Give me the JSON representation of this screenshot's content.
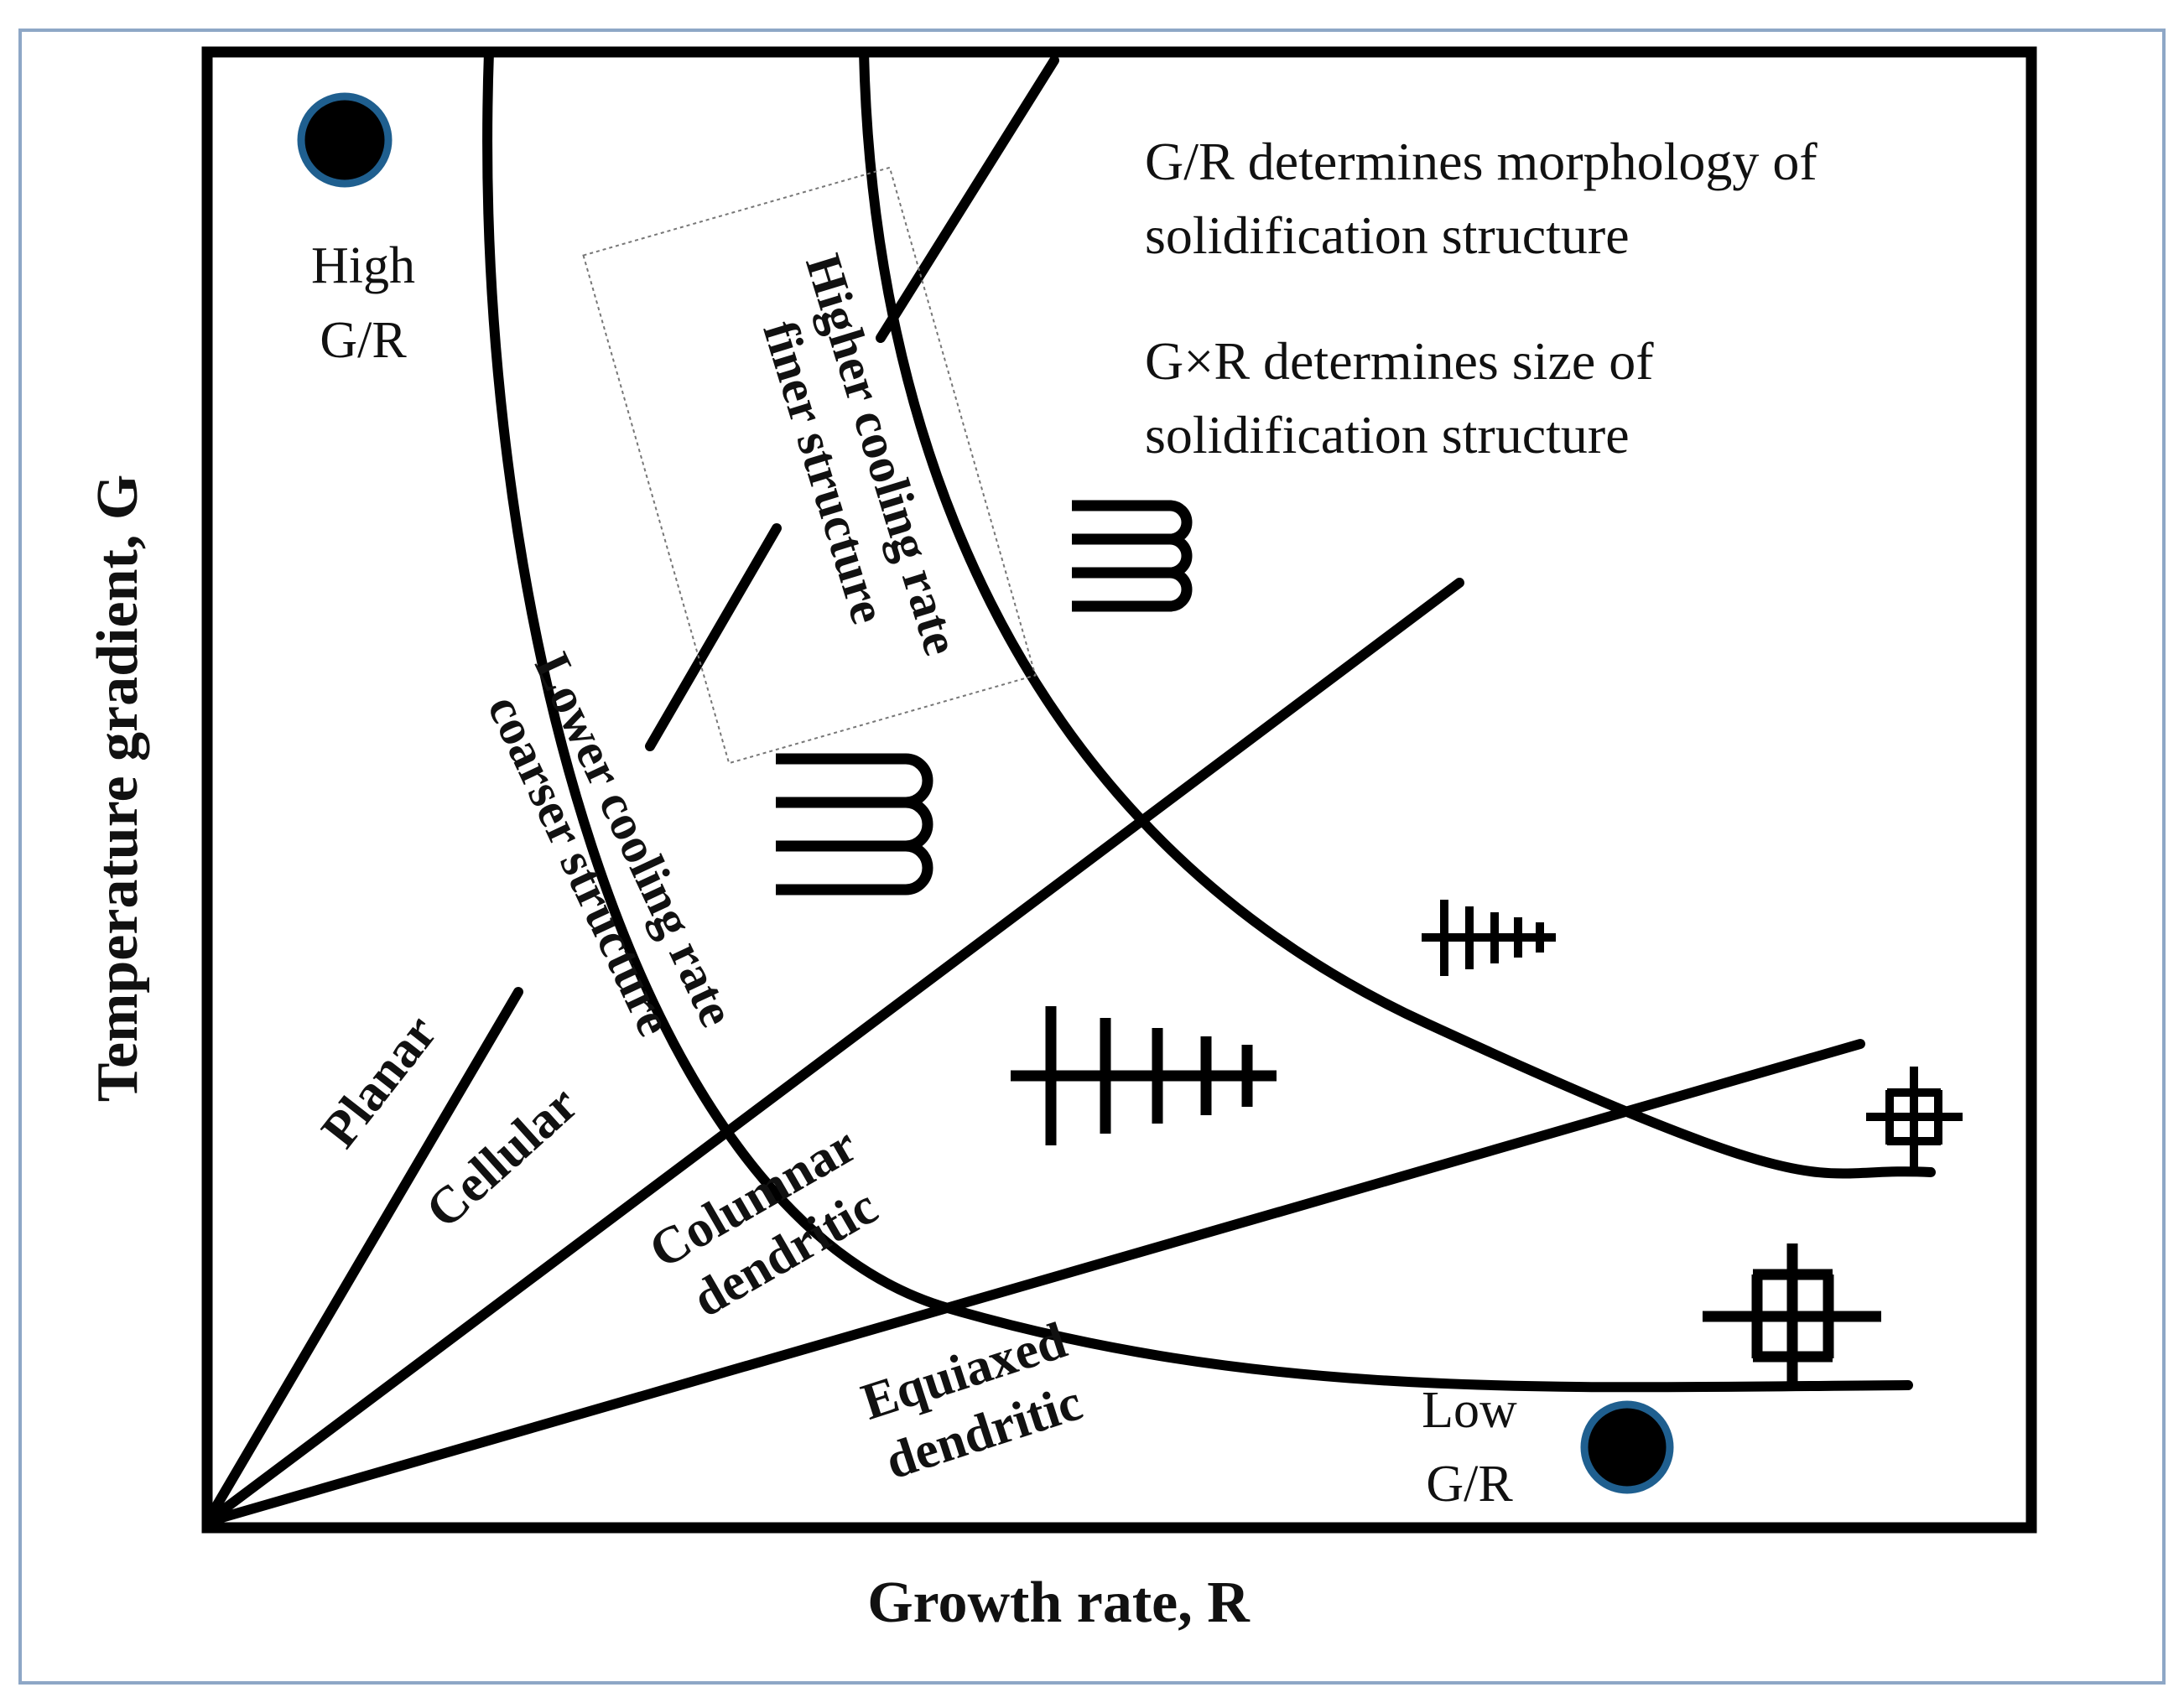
{
  "axes": {
    "x_label": "Growth rate, R",
    "y_label": "Temperature gradient, G"
  },
  "regions": {
    "planar": "Planar",
    "cellular": "Cellular",
    "columnar_line1": "Columnar",
    "columnar_line2": "dendritic",
    "equiaxed_line1": "Equiaxed",
    "equiaxed_line2": "dendritic"
  },
  "markers": {
    "high_line1": "High",
    "high_line2": "G/R",
    "low_line1": "Low",
    "low_line2": "G/R",
    "marker_fill": "#000000",
    "marker_ring": "#1f5f8f"
  },
  "annotations": {
    "gr_ratio_line1": "G/R determines morphology of",
    "gr_ratio_line2": "solidification structure",
    "gxr_line1": "G×R determines size of",
    "gxr_line2": "solidification structure",
    "higher_line1": "Higher cooling rate",
    "higher_line2": "finer structure",
    "lower_line1": "Lower cooling rate",
    "lower_line2": "coarser structure"
  },
  "frame_color": "#8ea7c6"
}
